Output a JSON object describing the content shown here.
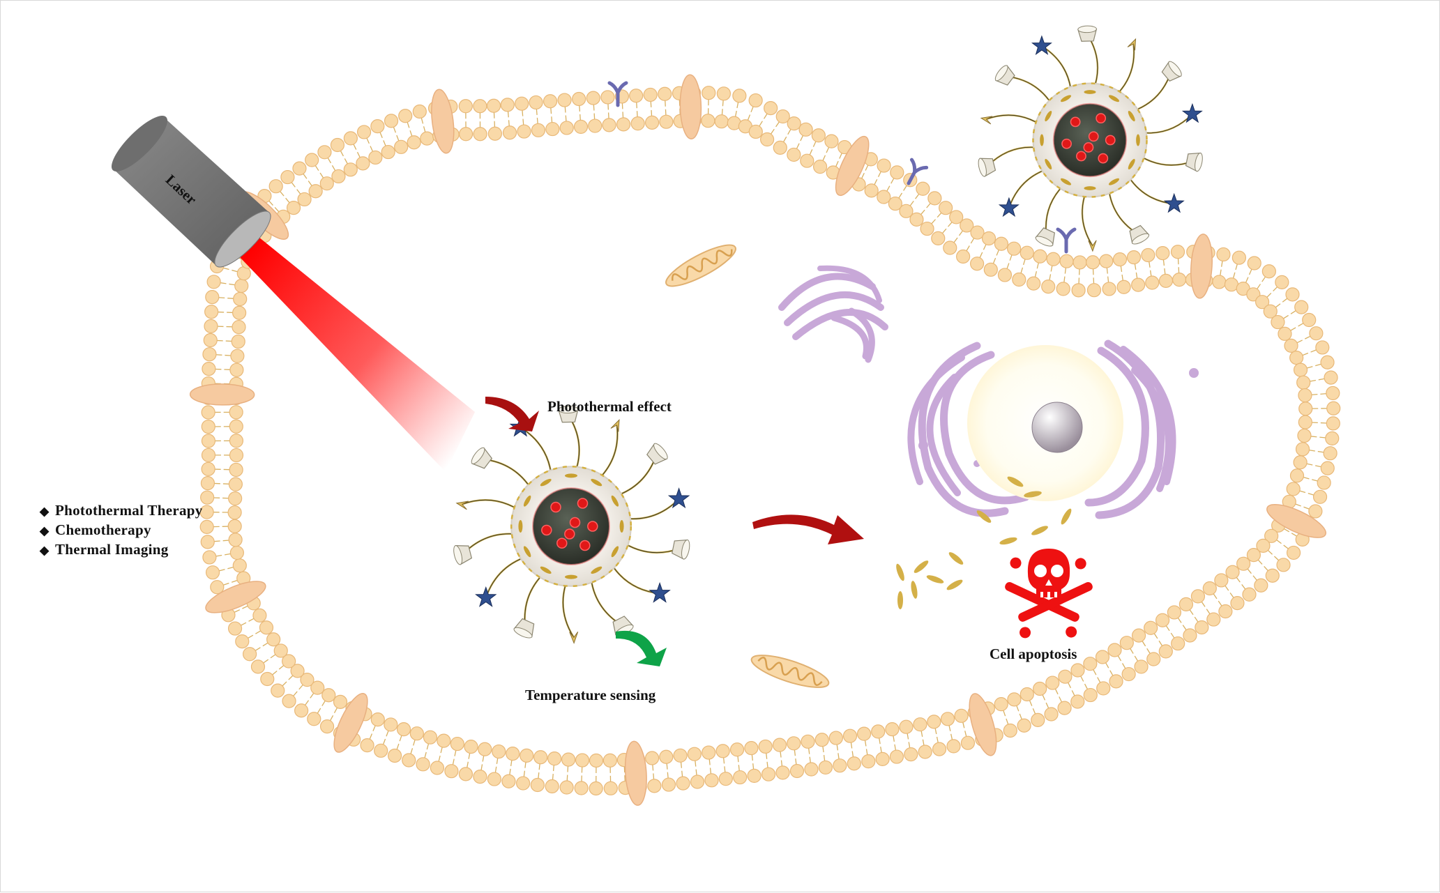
{
  "labels": {
    "laser": "Laser",
    "photothermal_effect": "Photothermal effect",
    "temperature_sensing": "Temperature sensing",
    "cell_apoptosis": "Cell apoptosis"
  },
  "applications": [
    "Photothermal Therapy",
    "Chemotherapy",
    "Thermal Imaging"
  ],
  "colors": {
    "lipid_head": "#f9d9a8",
    "lipid_stroke": "#e8b878",
    "membrane_protein": "#f6caa0",
    "laser_beam": "#ff1010",
    "laser_body": "#7a7a7a",
    "golgi": "#c8a8d8",
    "arrow_red": "#b01010",
    "arrow_green": "#10a040",
    "nanoparticle_core": "#3a3f36",
    "drug": "#e01818",
    "star": "#2f4f8f",
    "receptor": "#6a6ab0",
    "skull": "#ee1111"
  }
}
